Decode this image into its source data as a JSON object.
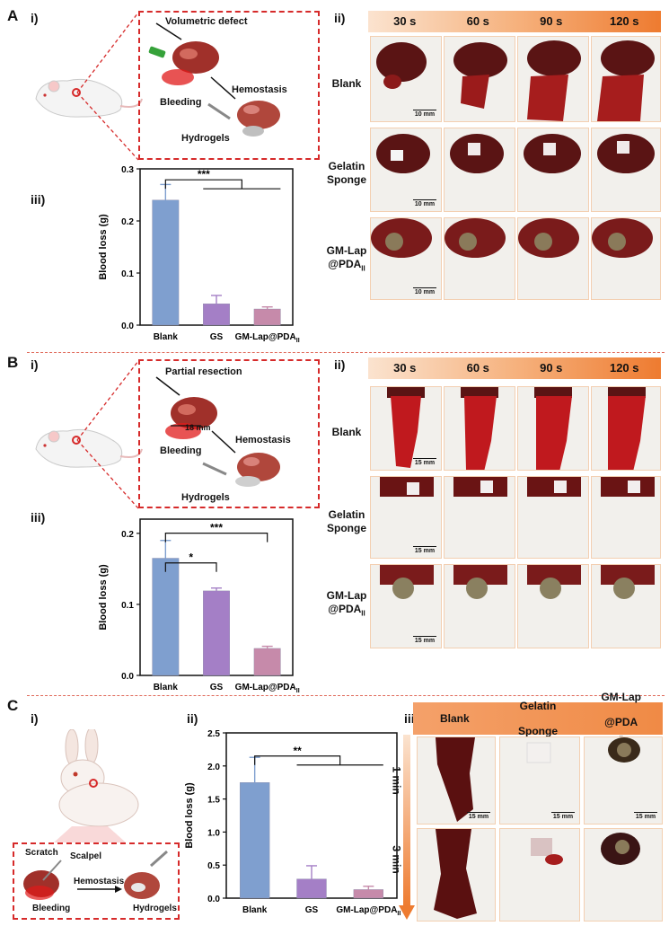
{
  "panels": {
    "a": {
      "letter": "A",
      "sub_i": "i)",
      "sub_ii": "ii)",
      "sub_iii": "iii)"
    },
    "b": {
      "letter": "B",
      "sub_i": "i)",
      "sub_ii": "ii)",
      "sub_iii": "iii)"
    },
    "c": {
      "letter": "C",
      "sub_i": "i)",
      "sub_ii": "ii)",
      "sub_iii": "iii)"
    }
  },
  "annotations": {
    "volumetric_defect": "Volumetric defect",
    "partial_resection": "Partial resection",
    "hemostasis": "Hemostasis",
    "bleeding": "Bleeding",
    "hydrogels": "Hydrogels",
    "scratch": "Scratch",
    "scalpel": "Scalpel",
    "size_18mm": "18 mm"
  },
  "time_labels": [
    "30 s",
    "60 s",
    "90 s",
    "120 s"
  ],
  "row_labels": {
    "blank": "Blank",
    "gelatin_1": "Gelatin",
    "gelatin_2": "Sponge",
    "gm_1": "GM-Lap",
    "gm_2": "@PDA",
    "gm_sub": "II"
  },
  "scale_bars": {
    "a": "10 mm",
    "b": "15 mm",
    "c": "15 mm"
  },
  "c_header": {
    "blank": "Blank",
    "gelatin_1": "Gelatin",
    "gelatin_2": "Sponge",
    "gm_1": "GM-Lap",
    "gm_2": "@PDA",
    "gm_sub": "II"
  },
  "c_rows": [
    "1 min",
    "3 min"
  ],
  "colors": {
    "blank": "#7f9fcf",
    "gs": "#a47fc6",
    "gm": "#c68aaa",
    "blood": "#8b1a1a",
    "accent": "#ee7b30",
    "dash": "#d62a2a"
  },
  "chart_data": [
    {
      "type": "bar",
      "categories": [
        "Blank",
        "GS",
        "GM-Lap@PDA"
      ],
      "category_sub": [
        "",
        "",
        "II"
      ],
      "values": [
        0.24,
        0.041,
        0.031
      ],
      "errors": [
        0.03,
        0.016,
        0.004
      ],
      "ylabel": "Blood loss (g)",
      "ylim": [
        0,
        0.3
      ],
      "yticks": [
        0.0,
        0.1,
        0.2,
        0.3
      ],
      "tick_labels": [
        "0.0",
        "0.1",
        "0.2",
        "0.3"
      ],
      "significance": [
        {
          "label": "***"
        }
      ]
    },
    {
      "type": "bar",
      "categories": [
        "Blank",
        "GS",
        "GM-Lap@PDA"
      ],
      "category_sub": [
        "",
        "",
        "II"
      ],
      "values": [
        0.165,
        0.119,
        0.038
      ],
      "errors": [
        0.025,
        0.004,
        0.003
      ],
      "ylabel": "Blood loss (g)",
      "ylim": [
        0,
        0.22
      ],
      "yticks": [
        0.0,
        0.1,
        0.2
      ],
      "tick_labels": [
        "0.0",
        "0.1",
        "0.2"
      ],
      "significance": [
        {
          "label": "*"
        },
        {
          "label": "***"
        }
      ]
    },
    {
      "type": "bar",
      "categories": [
        "Blank",
        "GS",
        "GM-Lap@PDA"
      ],
      "category_sub": [
        "",
        "",
        "II"
      ],
      "values": [
        1.75,
        0.29,
        0.13
      ],
      "errors": [
        0.38,
        0.2,
        0.05
      ],
      "ylabel": "Blood loss (g)",
      "ylim": [
        0,
        2.5
      ],
      "yticks": [
        0.0,
        0.5,
        1.0,
        1.5,
        2.0,
        2.5
      ],
      "tick_labels": [
        "0.0",
        "0.5",
        "1.0",
        "1.5",
        "2.0",
        "2.5"
      ],
      "significance": [
        {
          "label": "**"
        }
      ]
    }
  ]
}
